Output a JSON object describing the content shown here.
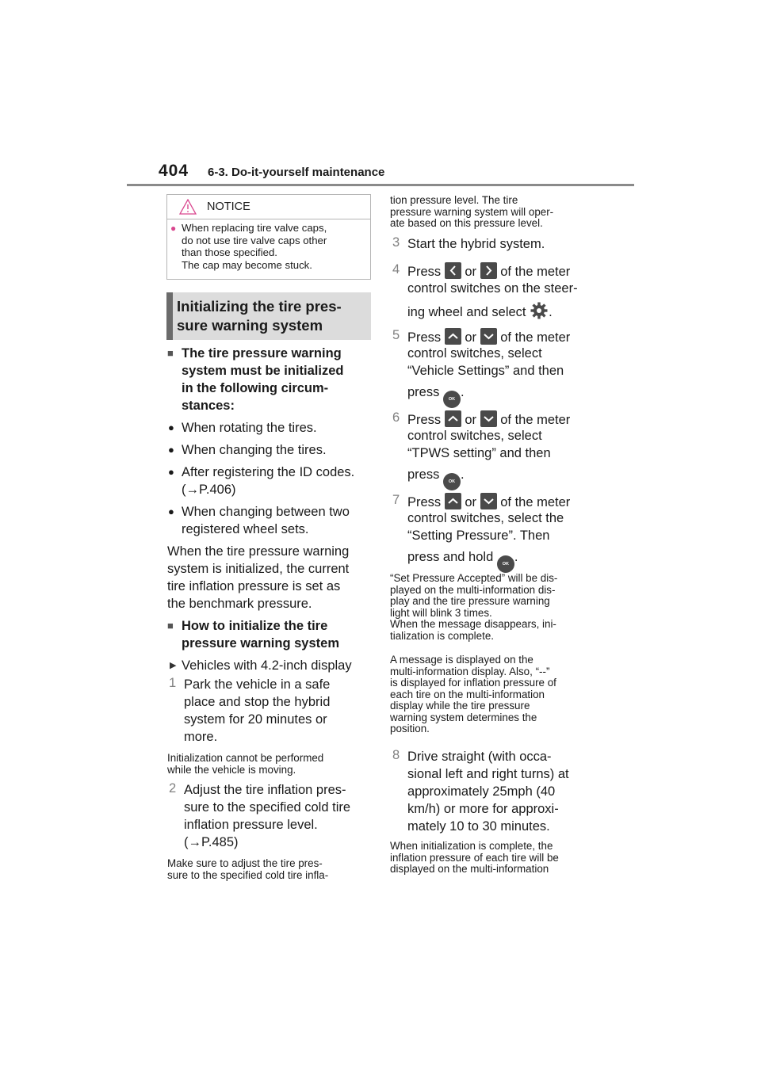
{
  "header": {
    "page_number": "404",
    "section": "6-3. Do-it-yourself maintenance"
  },
  "notice": {
    "title": "NOTICE",
    "item": "When replacing tire valve caps,\ndo not use tire valve caps other\nthan those specified.\nThe cap may become stuck."
  },
  "heading": "Initializing the tire pres-\nsure warning system",
  "left": {
    "subhead1": "The tire pressure warning\nsystem must be initialized\nin the following circum-\nstances:",
    "bullets": [
      "When rotating the tires.",
      "When changing the tires.",
      "After registering the ID codes.",
      "When changing between two\nregistered wheel sets."
    ],
    "ref_406": "P.406)",
    "para": "When the tire pressure warning\nsystem is initialized, the current\ntire inflation pressure is set as\nthe benchmark pressure.",
    "subhead2": "How to initialize the tire\npressure warning system",
    "display_note": "Vehicles with 4.2-inch display",
    "step1_num": "1",
    "step1": "Park the vehicle in a safe\nplace and stop the hybrid\nsystem for 20 minutes or\nmore.",
    "step1_note": "Initialization cannot be performed\nwhile the vehicle is moving.",
    "step2_num": "2",
    "step2": "Adjust the tire inflation pres-\nsure to the specified cold tire\ninflation pressure level.",
    "ref_485": "P.485)",
    "step2_note": "Make sure to adjust the tire pres-\nsure to the specified cold tire infla-"
  },
  "right": {
    "cont_note": "tion pressure level. The tire\npressure warning system will oper-\nate based on this pressure level.",
    "step3_num": "3",
    "step3": "Start the hybrid system.",
    "step4_num": "4",
    "press": "Press",
    "or": "or",
    "of_meter": "of the meter",
    "step4_l2": "control switches on the steer-",
    "step4_l3": "ing wheel and select",
    "period": ".",
    "step5_num": "5",
    "step5_l2": "control switches, select\n“Vehicle Settings” and then",
    "press_lower": "press",
    "step6_num": "6",
    "step6_l2": "control switches, select\n“TPWS setting” and then",
    "step7_num": "7",
    "step7_l2": "control switches, select the\n“Setting Pressure”. Then",
    "step7_l4": "press and hold",
    "note_a": "“Set Pressure Accepted” will be dis-\nplayed on the multi-information dis-\nplay and the tire pressure warning\nlight will blink 3 times.\nWhen the message disappears, ini-\ntialization is complete.",
    "note_b": "A message is displayed on the\nmulti-information display. Also, “--”\nis displayed for inflation pressure of\neach tire on the multi-information\ndisplay while the tire pressure\nwarning system determines the\nposition.",
    "step8_num": "8",
    "step8": "Drive straight (with occa-\nsional left and right turns) at\napproximately 25mph (40\nkm/h) or more for approxi-\nmately 10 to 30 minutes.",
    "note_c": "When initialization is complete, the\ninflation pressure of each tire will be\ndisplayed on the multi-information"
  },
  "icons": {
    "ok_label": "OK"
  },
  "colors": {
    "notice_bullet": "#d9478f",
    "band": "#dcdcdc",
    "band_bar": "#6b6b6b",
    "icon_bg": "#4a4a4a"
  }
}
